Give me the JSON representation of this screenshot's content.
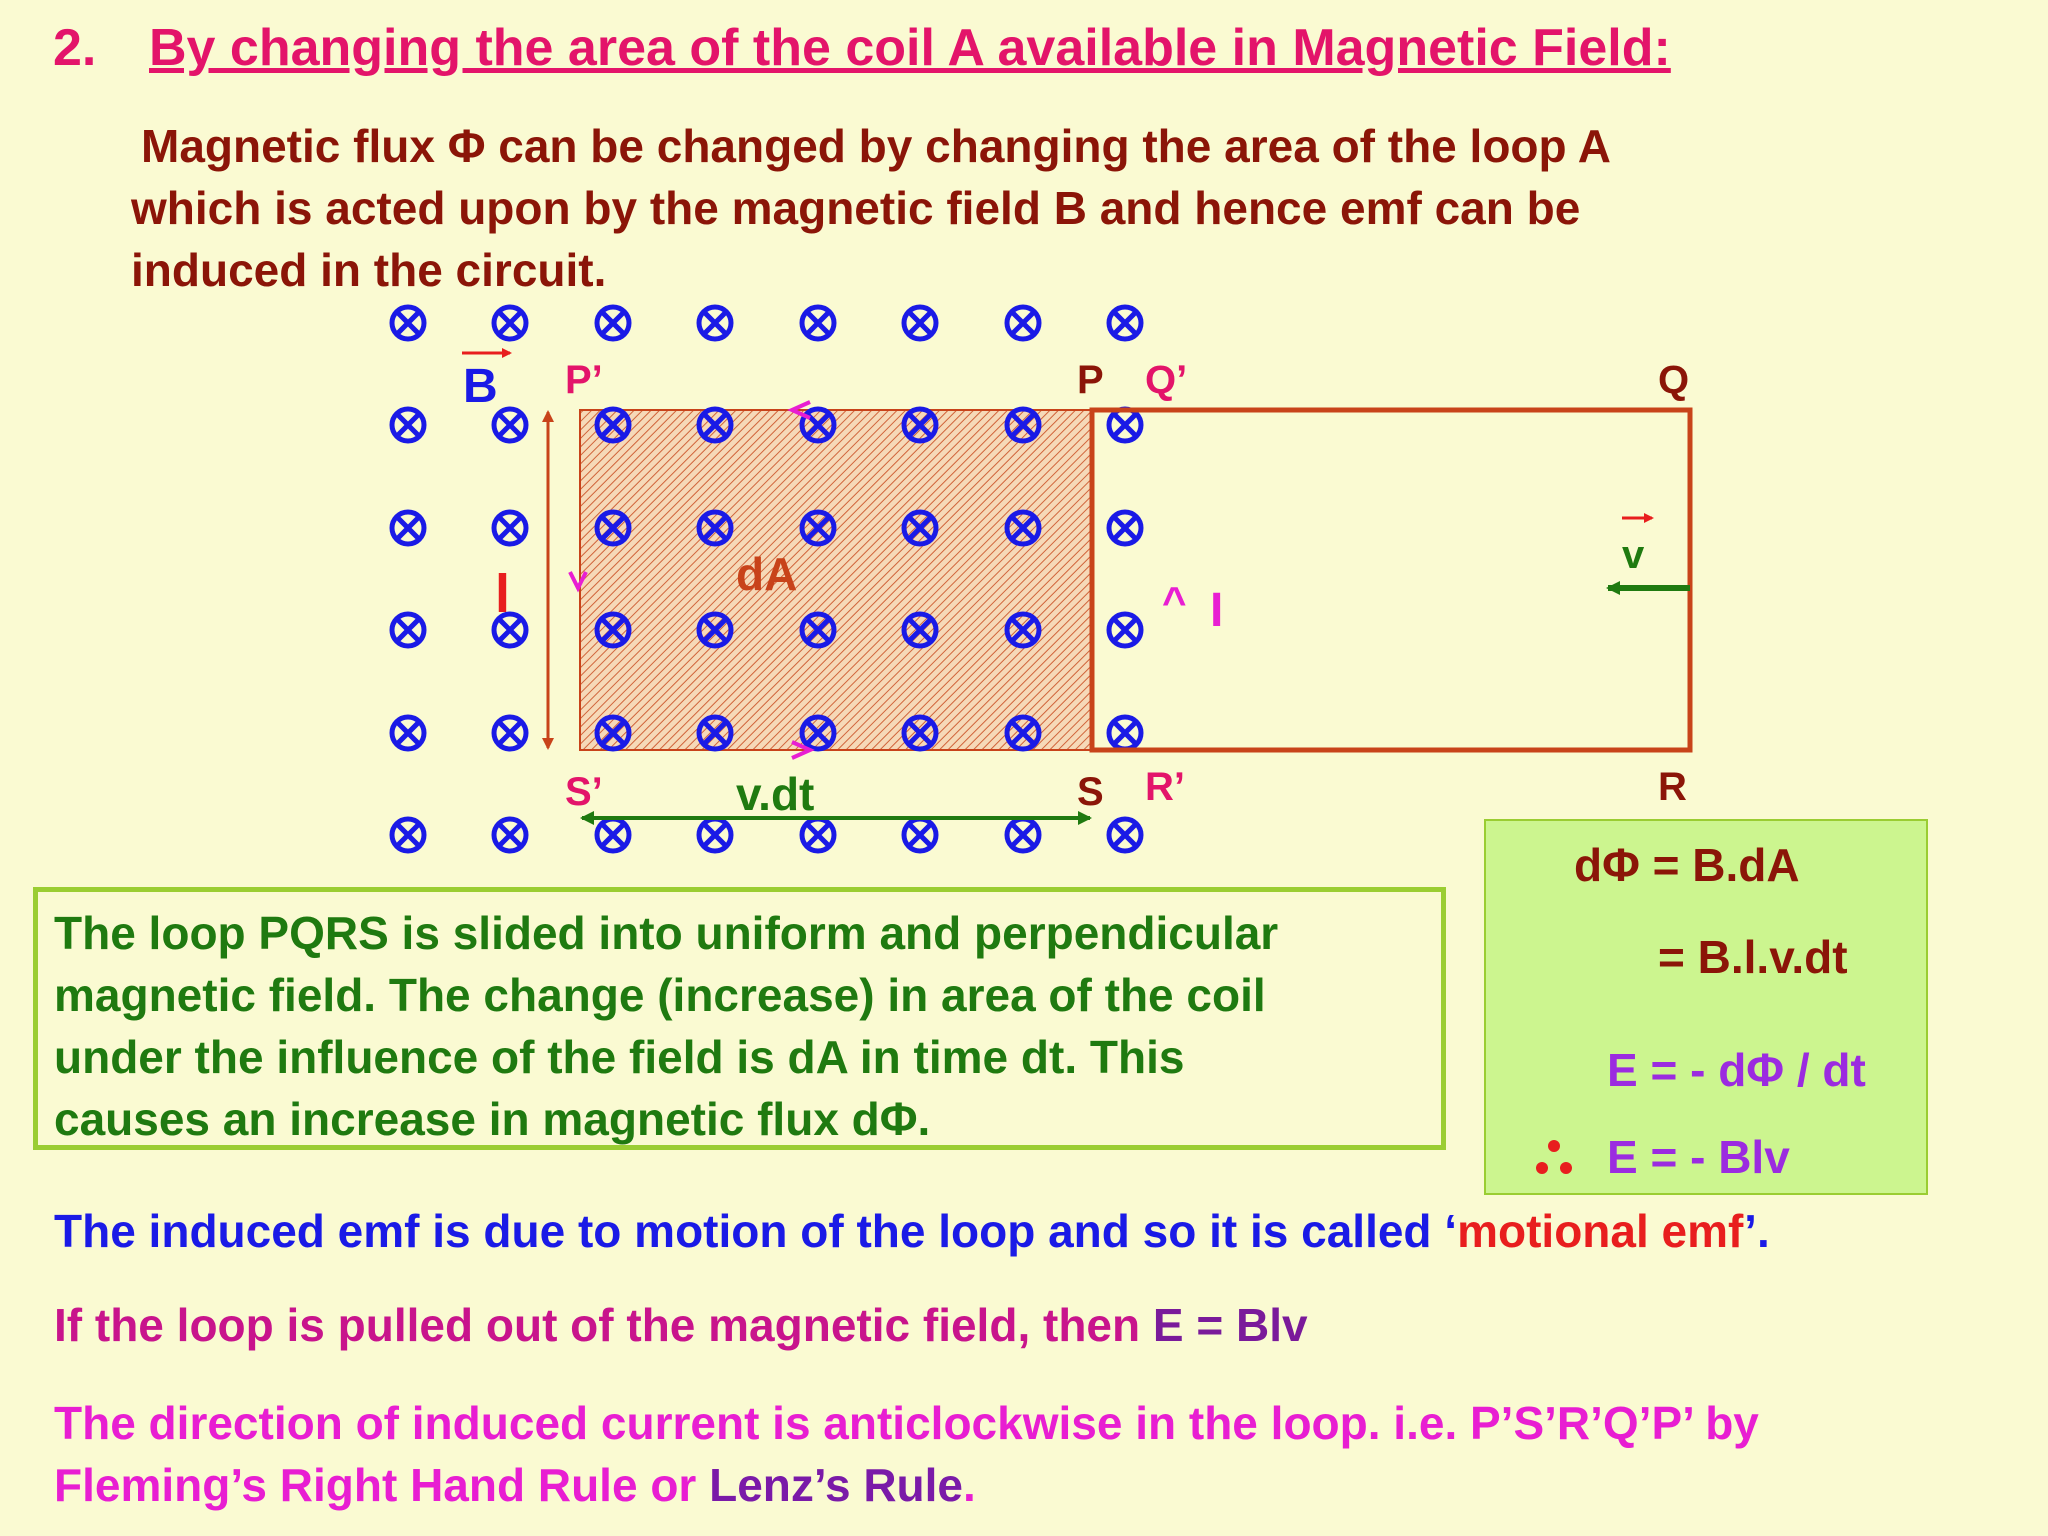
{
  "heading": {
    "number": "2.",
    "title": "By changing the area of the coil A available in Magnetic Field:"
  },
  "intro": {
    "line1": "Magnetic flux Φ can be changed by changing the area of the loop A",
    "line2": "which is acted upon by the magnetic field B and hence emf can be",
    "line3": "induced in the circuit."
  },
  "diagram": {
    "field_symbol": "⊗",
    "labels": {
      "B": "B",
      "P_prime": "P’",
      "P": "P",
      "Q_prime": "Q’",
      "Q": "Q",
      "R_prime": "R’",
      "R": "R",
      "S_prime": "S’",
      "S": "S",
      "dA": "dA",
      "l": "l",
      "v_dt": "v.dt",
      "v": "v",
      "I": "I",
      "caret": "^"
    },
    "colors": {
      "field": "#1a1ae6",
      "loop": "#c8431a",
      "velocity": "#1f7a10",
      "current": "#e81ed2",
      "label_red": "#e3146a",
      "label_dark": "#8b1508"
    }
  },
  "green_box": {
    "line1": "The loop PQRS is slided into uniform and perpendicular",
    "line2": "magnetic field.  The change (increase) in area of the coil",
    "line3": "under the influence of the field is dA in time dt. This",
    "line4": "causes an increase in magnetic flux dΦ."
  },
  "formulas": {
    "f1": "dΦ = B.dA",
    "f2": "= B.l.v.dt",
    "f3": "E  = - dΦ / dt",
    "f4": "E  = - Blv"
  },
  "bottom": {
    "emf_a": "The induced emf is due to motion of the loop and so it is called ‘",
    "emf_b": "motional emf",
    "emf_c": "’.",
    "pulled_a": "If the loop is pulled out of the magnetic field, then ",
    "pulled_b": "E  =  Blv",
    "dir_line1": "The direction of induced current is anticlockwise in the loop. i.e. P’S’R’Q’P’ by",
    "dir_a": "Fleming’s Right Hand Rule or ",
    "dir_b": "Lenz’s Rule",
    "dir_c": "."
  }
}
